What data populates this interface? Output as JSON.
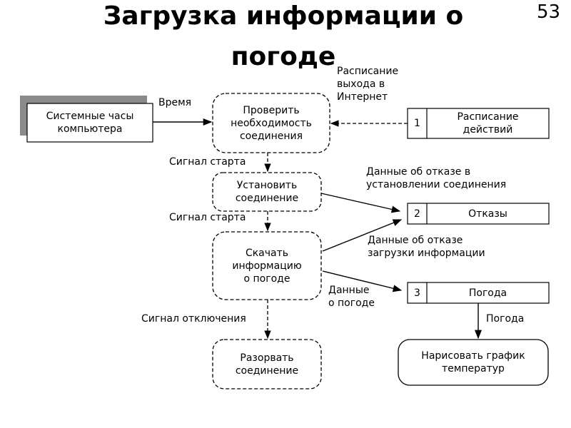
{
  "slide": {
    "title_line1": "Загрузка информации о",
    "title_line2": "погоде",
    "page_number": "53"
  },
  "entities": {
    "clock": "Системные часы\nкомпьютера"
  },
  "processes": {
    "check": "Проверить\nнеобходимость\nсоединения",
    "connect": "Установить\nсоединение",
    "download": "Скачать\nинформацию\nо погоде",
    "disconnect": "Разорвать\nсоединение",
    "draw": "Нарисовать график\nтемператур"
  },
  "stores": [
    {
      "num": "1",
      "name": "Расписание\nдействий"
    },
    {
      "num": "2",
      "name": "Отказы"
    },
    {
      "num": "3",
      "name": "Погода"
    }
  ],
  "flows": {
    "time": "Время",
    "schedule": "Расписание\nвыхода в\nИнтернет",
    "start1": "Сигнал старта",
    "start2": "Сигнал старта",
    "fail_connect": "Данные об отказе в\nустановлении соединения",
    "fail_download": "Данные об отказе\nзагрузки информации",
    "weather_data": "Данные\nо погоде",
    "disconnect_signal": "Сигнал отключения",
    "weather": "Погода"
  }
}
